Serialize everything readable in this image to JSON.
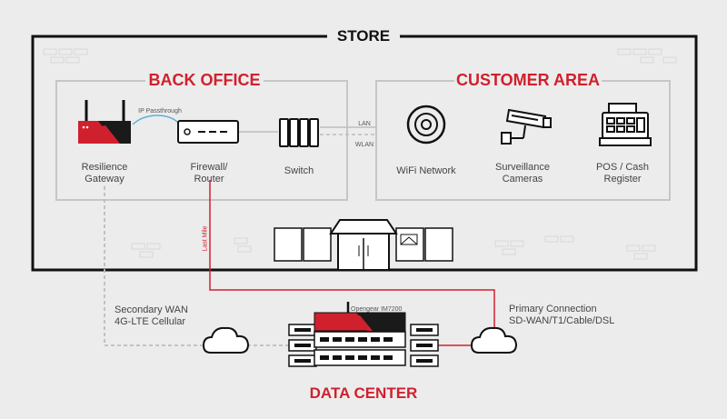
{
  "store": {
    "title": "STORE"
  },
  "back_office": {
    "title": "BACK OFFICE",
    "resilience_gateway": "Resilience\nGateway",
    "firewall_router": "Firewall/\nRouter",
    "switch": "Switch",
    "ip_passthrough": "IP Passthrough"
  },
  "customer_area": {
    "title": "CUSTOMER AREA",
    "wifi": "WiFi Network",
    "cameras": "Surveillance\nCameras",
    "pos": "POS / Cash\nRegister"
  },
  "links": {
    "lan": "LAN",
    "wlan": "WLAN",
    "last_mile": "Last Mile",
    "secondary_wan": "Secondary WAN\n4G-LTE Cellular",
    "primary_connection": "Primary Connection\nSD-WAN/T1/Cable/DSL"
  },
  "data_center": {
    "title": "DATA CENTER",
    "device": "Opengear IM7200"
  },
  "colors": {
    "accent_red": "#d0202e",
    "dark": "#1a1a1a",
    "background": "#ececec",
    "line_gray": "#bdbdbd"
  },
  "icons": [
    "router-icon",
    "firewall-icon",
    "switch-icon",
    "wifi-icon",
    "camera-icon",
    "cash-register-icon",
    "cloud-icon",
    "server-rack-icon",
    "storefront-icon"
  ]
}
